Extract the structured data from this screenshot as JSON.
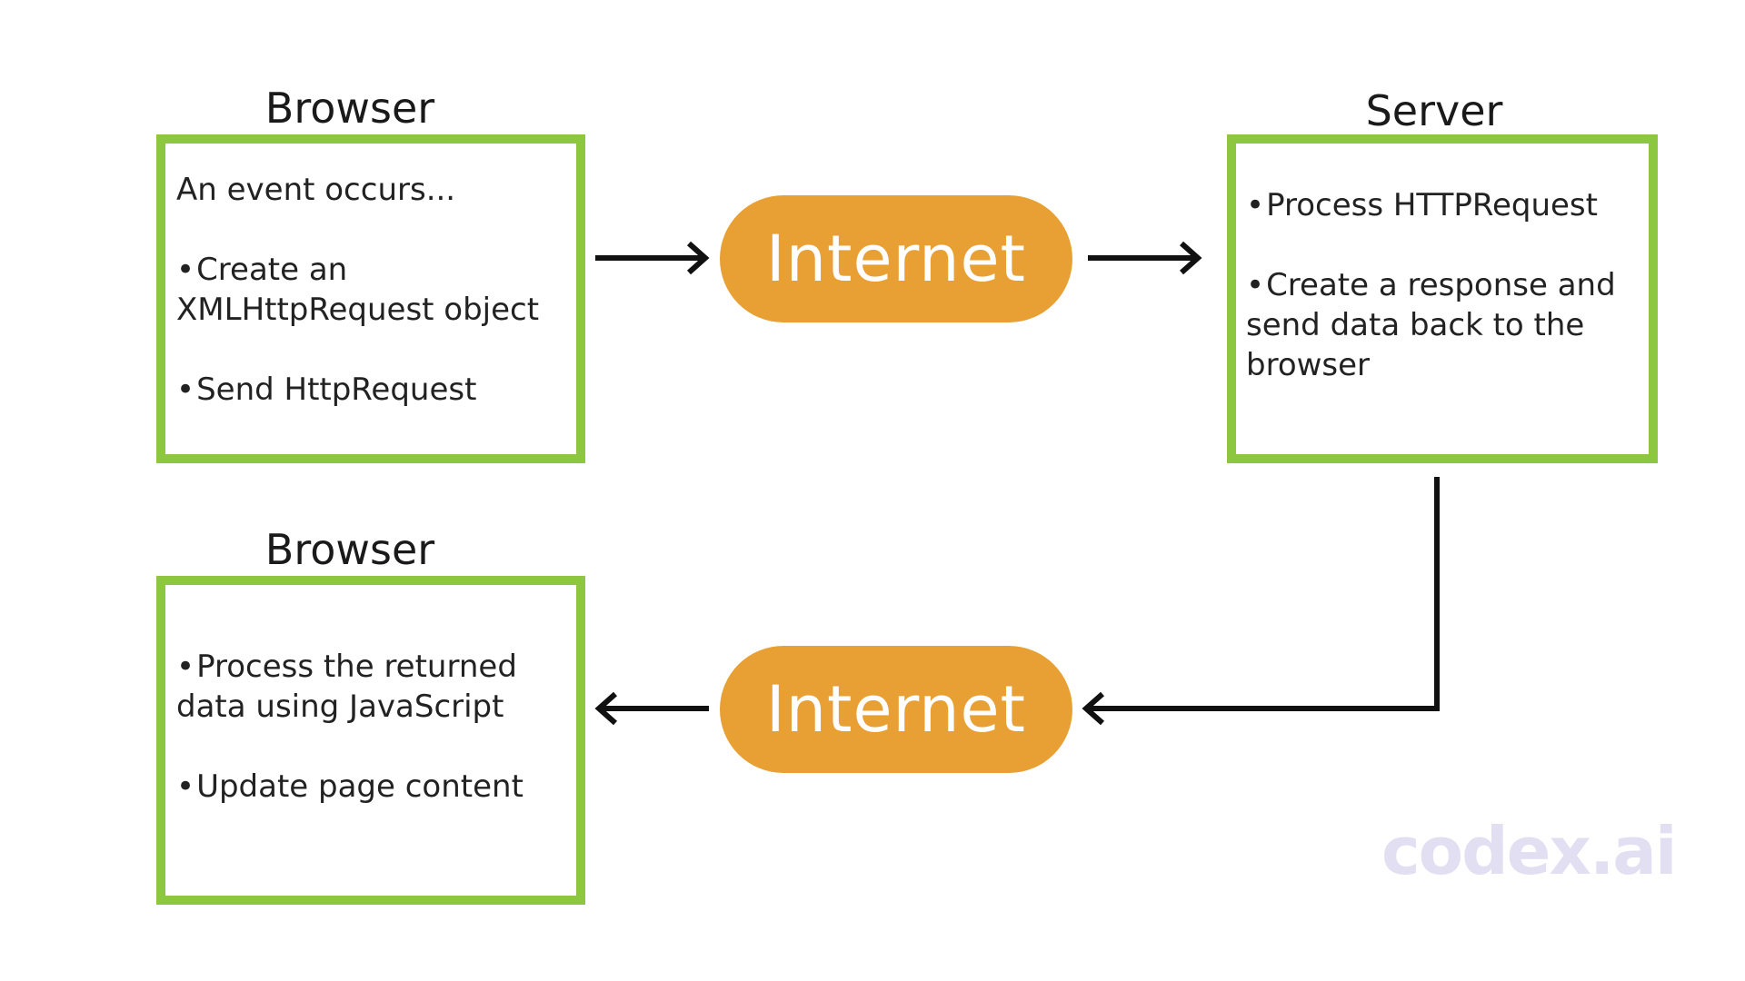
{
  "colors": {
    "box_border": "#8dc63f",
    "internet_fill": "#e8a034",
    "arrow": "#111111",
    "watermark": "#c9c6e6"
  },
  "request_browser": {
    "heading": "Browser",
    "event_line": "An event occurs...",
    "bullet_1_line_1": "Create an",
    "bullet_1_line_2": "XMLHttpRequest object",
    "bullet_2": "Send HttpRequest"
  },
  "internet_top": {
    "label": "Internet"
  },
  "server": {
    "heading": "Server",
    "bullet_1": "Process HTTPRequest",
    "bullet_2_line_1": "Create a response and",
    "bullet_2_line_2": "send data back to the",
    "bullet_2_line_3": "browser"
  },
  "internet_bottom": {
    "label": "Internet"
  },
  "response_browser": {
    "heading": "Browser",
    "bullet_1_line_1": "Process the returned",
    "bullet_1_line_2": "data using JavaScript",
    "bullet_2": "Update page content"
  },
  "watermark": {
    "text": "codex.ai"
  }
}
